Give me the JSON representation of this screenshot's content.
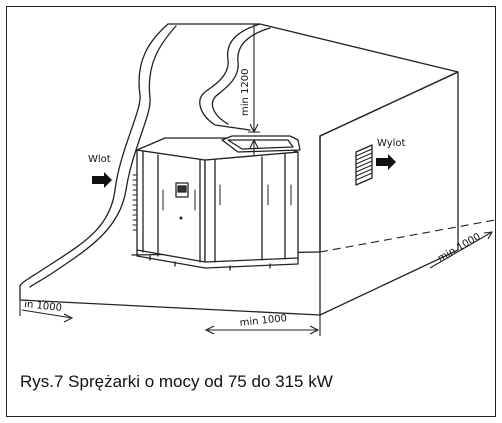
{
  "labels": {
    "inlet": "Wlot",
    "outlet": "Wylot",
    "min_top": "min 1200",
    "min_right": "min 1000",
    "min_front": "min  1000",
    "min_left": "in 1000"
  },
  "caption": "Rys.7  Sprężarki o mocy od 75 do 315 kW"
}
